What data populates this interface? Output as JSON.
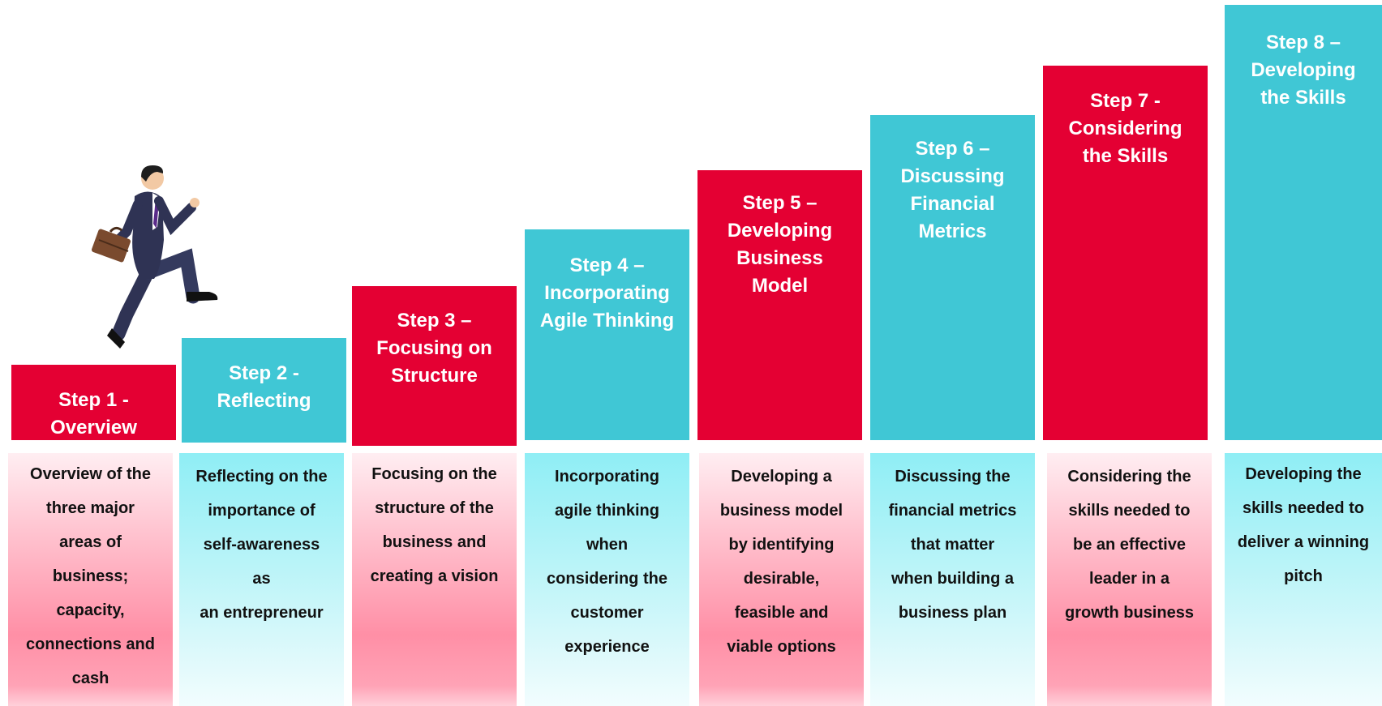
{
  "steps": [
    {
      "title": "Step 1 -\nOverview",
      "description": "Overview of the\nthree major\nareas of\nbusiness;\ncapacity,\nconnections and\ncash"
    },
    {
      "title": "Step 2 -\nReflecting",
      "description": "Reflecting on the\nimportance of\nself-awareness\nas\nan entrepreneur"
    },
    {
      "title": "Step 3 –\nFocusing on\nStructure",
      "description": "Focusing on the\nstructure of the\nbusiness and\ncreating a vision"
    },
    {
      "title": "Step 4 –\nIncorporating\nAgile Thinking",
      "description": "Incorporating\nagile thinking\nwhen\nconsidering the\ncustomer\nexperience"
    },
    {
      "title": "Step 5 –\nDeveloping\nBusiness\nModel",
      "description": "Developing a\nbusiness model\nby identifying\ndesirable,\nfeasible and\nviable options"
    },
    {
      "title": "Step 6 –\nDiscussing\nFinancial\nMetrics",
      "description": "Discussing the\nfinancial metrics\nthat matter\nwhen building a\nbusiness plan"
    },
    {
      "title": "Step 7 -\nConsidering\nthe Skills",
      "description": "Considering the\nskills needed to\nbe an effective\nleader in a\ngrowth business"
    },
    {
      "title": "Step 8 –\nDeveloping\nthe Skills",
      "description": "Developing the\nskills needed to\ndeliver a winning\npitch"
    }
  ],
  "colors": {
    "red": "#e40033",
    "teal": "#40c7d5",
    "suit": "#2f3354",
    "briefcase": "#7a4a2e"
  },
  "illustration": "businessman-climbing-stairs-icon"
}
